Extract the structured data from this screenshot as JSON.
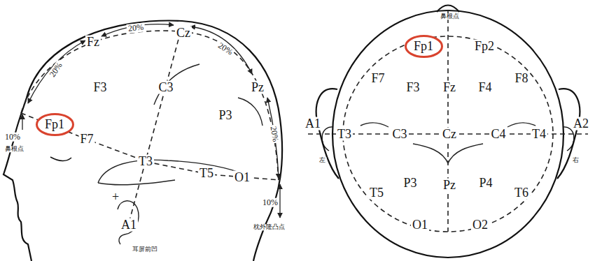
{
  "diagram": {
    "nodes": [
      {
        "text": [
          "Fp1"
        ]
      },
      {
        "text": [
          "Fp1"
        ]
      }
    ],
    "labels": [
      "Fz",
      "Cz",
      "20%",
      "20%",
      "20%",
      "Pz",
      "20%",
      "10%",
      "鼻根点",
      "10%",
      "枕外隆凸点",
      "F3",
      "C3",
      "P3",
      "F7",
      "T3",
      "T5",
      "O1",
      "+",
      "A1",
      "耳屏前凹",
      "鼻根点",
      "Fp2",
      "F7",
      "F3",
      "Fz",
      "F4",
      "F8",
      "A1",
      "T3",
      "C3",
      "Cz",
      "C4",
      "T4",
      "A2",
      "左",
      "右",
      "P3",
      "Pz",
      "P4",
      "T5",
      "T6",
      "O1",
      "O2"
    ]
  }
}
